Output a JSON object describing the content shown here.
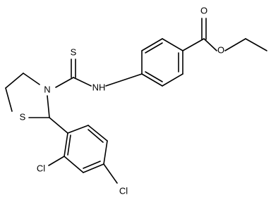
{
  "molecule": {
    "atoms": {
      "carbonyl_oxygen": "O",
      "ester_oxygen": "O",
      "thione_sulfur": "S",
      "thiourea_nitrogen": "NH",
      "ring_nitrogen": "N",
      "ring_sulfur": "S",
      "chlorine_ortho": "Cl",
      "chlorine_para": "Cl"
    },
    "colors": {
      "bond": "#000000",
      "label": "#000000",
      "background": "#ffffff"
    }
  }
}
